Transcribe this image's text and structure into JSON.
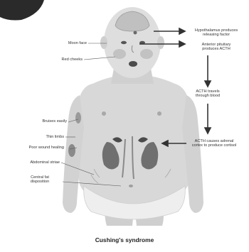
{
  "diagram": {
    "caption": "Cushing's syndrome",
    "left_labels": {
      "moon_face": "Moon face",
      "red_cheeks": "Red cheeks",
      "bruises": "Bruises easily",
      "thin_limbs": "Thin limbs",
      "poor_healing": "Poor wound healing",
      "striae": "Abdominal striae",
      "central_fat_1": "Central fat",
      "central_fat_2": "disposition"
    },
    "right_labels": {
      "hypothalamus_1": "Hypothalamus produces",
      "hypothalamus_2": "releasing factor",
      "pituitary_1": "Anterior pituitary",
      "pituitary_2": "produces ACTH",
      "acth_blood_1": "ACTH travels",
      "acth_blood_2": "through blood",
      "adrenal_1": "ACTH causes adrenal",
      "adrenal_2": "cortex to produce cortisol"
    },
    "colors": {
      "skin": "#dcdcdc",
      "skin_shade": "#c4c4c4",
      "organ": "#6f6f6f",
      "line": "#555555",
      "arrow": "#333333"
    }
  }
}
